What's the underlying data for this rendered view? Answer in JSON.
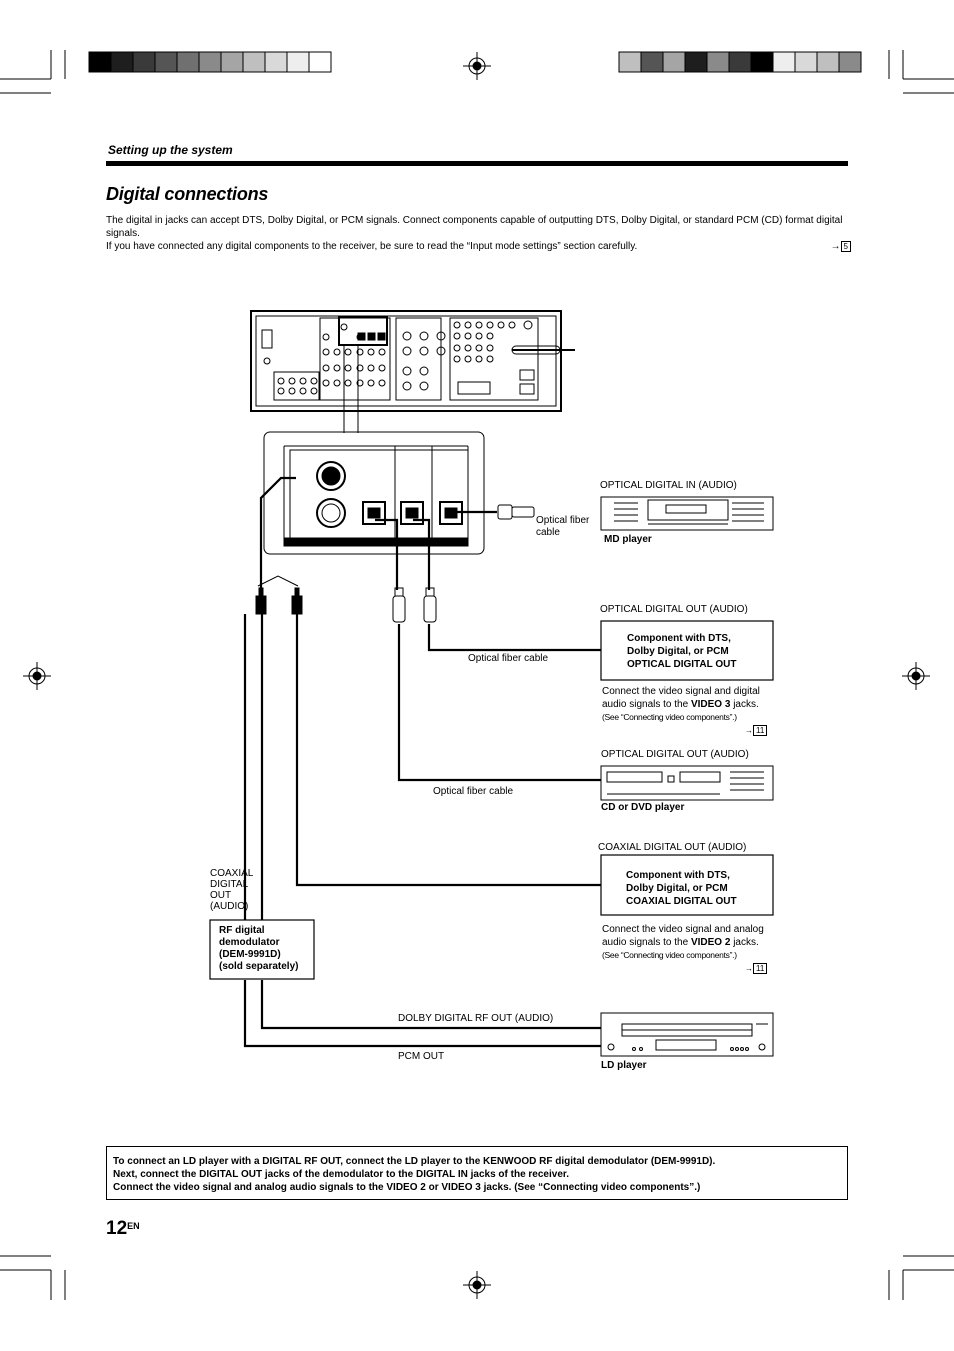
{
  "header": {
    "section_title": "Setting up the system",
    "page_title": "Digital connections"
  },
  "intro": {
    "line1": "The digital in jacks can accept DTS, Dolby Digital, or PCM signals. Connect components capable of outputting DTS, Dolby Digital, or standard PCM (CD) format digital signals.",
    "line2": "If you have connected any digital components to the receiver, be sure to read the “Input mode settings” section carefully.",
    "ref_page": "5"
  },
  "diagram": {
    "md_section_label": "OPTICAL DIGITAL IN (AUDIO)",
    "md_cable_label": "Optical fiber cable",
    "md_player_label": "MD player",
    "comp1_label": "OPTICAL DIGITAL OUT (AUDIO)",
    "comp1_box": [
      "Component with DTS,",
      "Dolby Digital, or PCM",
      "OPTICAL DIGITAL OUT"
    ],
    "comp1_cable": "Optical fiber cable",
    "comp1_note_a": "Connect the video signal and digital",
    "comp1_note_b_pre": "audio signals to the ",
    "comp1_note_b_bold": "VIDEO 3",
    "comp1_note_b_post": " jacks.",
    "comp1_note_c": "(See “Connecting video components”.)",
    "comp1_ref": "11",
    "cd_label": "OPTICAL DIGITAL OUT (AUDIO)",
    "cd_cable": "Optical fiber cable",
    "cd_player_label": "CD or DVD player",
    "comp2_label": "COAXIAL DIGITAL OUT (AUDIO)",
    "comp2_box": [
      "Component with DTS,",
      "Dolby Digital, or PCM",
      "COAXIAL DIGITAL OUT"
    ],
    "comp2_note_a": "Connect the video signal and analog",
    "comp2_note_b_pre": "audio signals to the ",
    "comp2_note_b_bold": "VIDEO 2",
    "comp2_note_b_post": " jacks.",
    "comp2_note_c": "(See “Connecting video components”.)",
    "comp2_ref": "11",
    "coax_label": [
      "COAXIAL",
      "DIGITAL",
      "OUT",
      "(AUDIO)"
    ],
    "rf_box": [
      "RF digital",
      "demodulator",
      "(DEM-9991D)",
      "(sold separately)"
    ],
    "dolby_rf_label": "DOLBY DIGITAL RF OUT (AUDIO)",
    "pcm_label": "PCM OUT",
    "ld_player_label": "LD player"
  },
  "bottom_note": [
    "To connect an LD player with a DIGITAL RF OUT, connect the LD player to the KENWOOD RF digital demodulator (DEM-9991D).",
    "Next, connect the DIGITAL OUT jacks of the demodulator to the DIGITAL IN jacks of the receiver.",
    "Connect the video signal and analog audio signals to the VIDEO 2 or VIDEO 3 jacks. (See “Connecting video components”.)"
  ],
  "footer": {
    "page_number": "12",
    "lang": "EN"
  },
  "colors": {
    "ink": "#000000",
    "bar_shades": [
      "#000000",
      "#1e1e1e",
      "#3a3a3a",
      "#555555",
      "#707070",
      "#8a8a8a",
      "#a5a5a5",
      "#bfbfbf",
      "#d9d9d9",
      "#ffffff"
    ]
  }
}
